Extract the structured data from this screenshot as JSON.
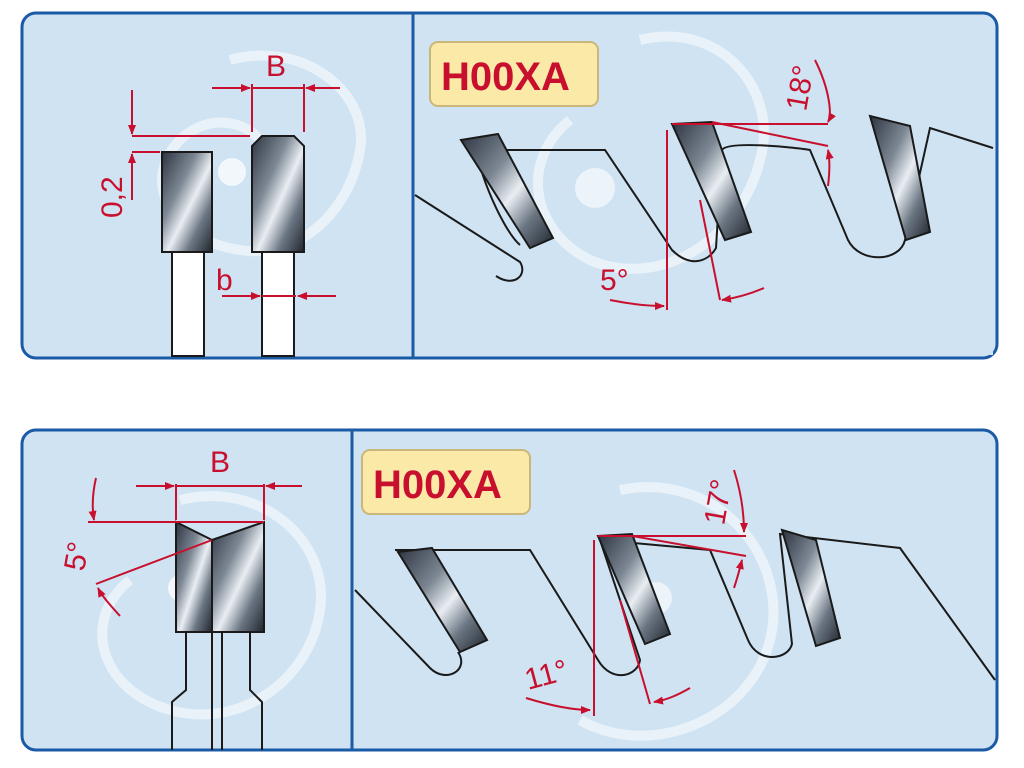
{
  "colors": {
    "panel_fill": "#cfe3f2",
    "panel_stroke": "#1a5aa6",
    "badge_fill": "#fbe9a8",
    "dimension_red": "#c8102e"
  },
  "top_panel": {
    "badge": "H00XA",
    "dim_B": "B",
    "dim_b": "b",
    "dim_0_2": "0,2",
    "angle_18": "18°",
    "angle_5": "5°"
  },
  "bottom_panel": {
    "badge": "H00XA",
    "dim_B": "B",
    "angle_5": "5°",
    "angle_17": "17°",
    "angle_11": "11°"
  }
}
